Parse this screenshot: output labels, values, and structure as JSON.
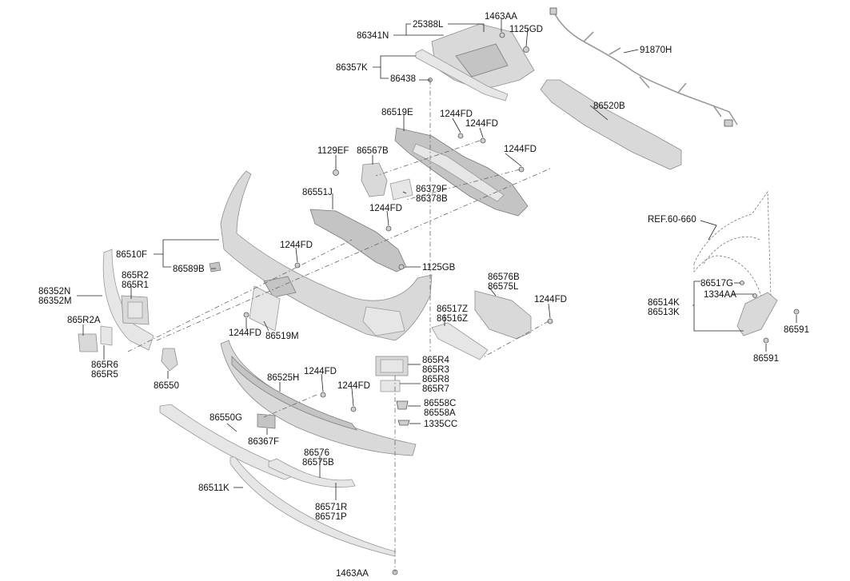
{
  "diagram": {
    "labels": [
      "86341N",
      "25388L",
      "1463AA",
      "1125GD",
      "91870H",
      "86357K",
      "86438",
      "86520B",
      "86519E",
      "1244FD",
      "1244FD",
      "1129EF",
      "86567B",
      "1244FD",
      "86379F",
      "86378B",
      "86551J",
      "1244FD",
      "REF.60-660",
      "86510F",
      "1244FD",
      "86589B",
      "1125GB",
      "86352N",
      "86352M",
      "865R2",
      "865R1",
      "86576B",
      "86575L",
      "86517G",
      "1334AA",
      "86514K",
      "86513K",
      "1244FD",
      "86517Z",
      "86516Z",
      "865R2A",
      "1244FD",
      "86519M",
      "86591",
      "86591",
      "865R6",
      "865R5",
      "865R4",
      "865R3",
      "86550",
      "86525H",
      "1244FD",
      "865R8",
      "865R7",
      "1244FD",
      "86558C",
      "86558A",
      "1335CC",
      "86550G",
      "86367F",
      "86576",
      "86575B",
      "86511K",
      "86571R",
      "86571P",
      "1463AA"
    ]
  }
}
